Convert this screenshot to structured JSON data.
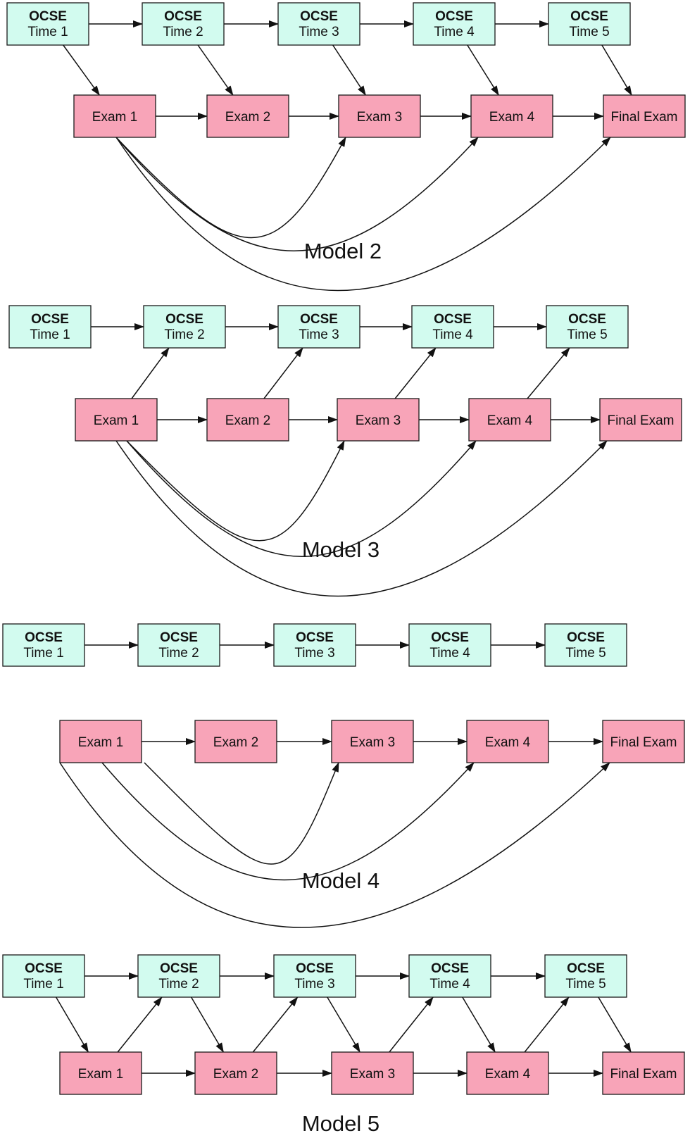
{
  "colors": {
    "ocse_fill": "#d2fbef",
    "exam_fill": "#f8a4b8",
    "stroke": "#1a1a1a"
  },
  "labels": {
    "ocse_title": "OCSE",
    "times": [
      "Time 1",
      "Time 2",
      "Time 3",
      "Time 4",
      "Time 5"
    ],
    "exams": [
      "Exam 1",
      "Exam 2",
      "Exam 3",
      "Exam 4",
      "Final Exam"
    ]
  },
  "models": [
    {
      "caption": "Model 2",
      "edges": [
        [
          "O1",
          "O2"
        ],
        [
          "O2",
          "O3"
        ],
        [
          "O3",
          "O4"
        ],
        [
          "O4",
          "O5"
        ],
        [
          "O1",
          "E1"
        ],
        [
          "O2",
          "E2"
        ],
        [
          "O3",
          "E3"
        ],
        [
          "O4",
          "E4"
        ],
        [
          "O5",
          "E5"
        ],
        [
          "E1",
          "E2"
        ],
        [
          "E2",
          "E3"
        ],
        [
          "E3",
          "E4"
        ],
        [
          "E4",
          "E5"
        ],
        [
          "E1",
          "E3"
        ],
        [
          "E1",
          "E4"
        ],
        [
          "E1",
          "E5"
        ]
      ]
    },
    {
      "caption": "Model 3",
      "edges": [
        [
          "O1",
          "O2"
        ],
        [
          "O2",
          "O3"
        ],
        [
          "O3",
          "O4"
        ],
        [
          "O4",
          "O5"
        ],
        [
          "E1",
          "O2"
        ],
        [
          "E2",
          "O3"
        ],
        [
          "E3",
          "O4"
        ],
        [
          "E4",
          "O5"
        ],
        [
          "E1",
          "E2"
        ],
        [
          "E2",
          "E3"
        ],
        [
          "E3",
          "E4"
        ],
        [
          "E4",
          "E5"
        ],
        [
          "E1",
          "E3"
        ],
        [
          "E1",
          "E4"
        ],
        [
          "E1",
          "E5"
        ]
      ]
    },
    {
      "caption": "Model 4",
      "edges": [
        [
          "O1",
          "O2"
        ],
        [
          "O2",
          "O3"
        ],
        [
          "O3",
          "O4"
        ],
        [
          "O4",
          "O5"
        ],
        [
          "E1",
          "E2"
        ],
        [
          "E2",
          "E3"
        ],
        [
          "E3",
          "E4"
        ],
        [
          "E4",
          "E5"
        ],
        [
          "E1",
          "E3"
        ],
        [
          "E1",
          "E4"
        ],
        [
          "E1",
          "E5"
        ]
      ]
    },
    {
      "caption": "Model 5",
      "edges": [
        [
          "O1",
          "O2"
        ],
        [
          "O2",
          "O3"
        ],
        [
          "O3",
          "O4"
        ],
        [
          "O4",
          "O5"
        ],
        [
          "O1",
          "E1"
        ],
        [
          "O2",
          "E2"
        ],
        [
          "O3",
          "E3"
        ],
        [
          "O4",
          "E4"
        ],
        [
          "O5",
          "E5"
        ],
        [
          "E1",
          "O2"
        ],
        [
          "E2",
          "O3"
        ],
        [
          "E3",
          "O4"
        ],
        [
          "E4",
          "O5"
        ],
        [
          "E1",
          "E2"
        ],
        [
          "E2",
          "E3"
        ],
        [
          "E3",
          "E4"
        ],
        [
          "E4",
          "E5"
        ]
      ]
    }
  ]
}
